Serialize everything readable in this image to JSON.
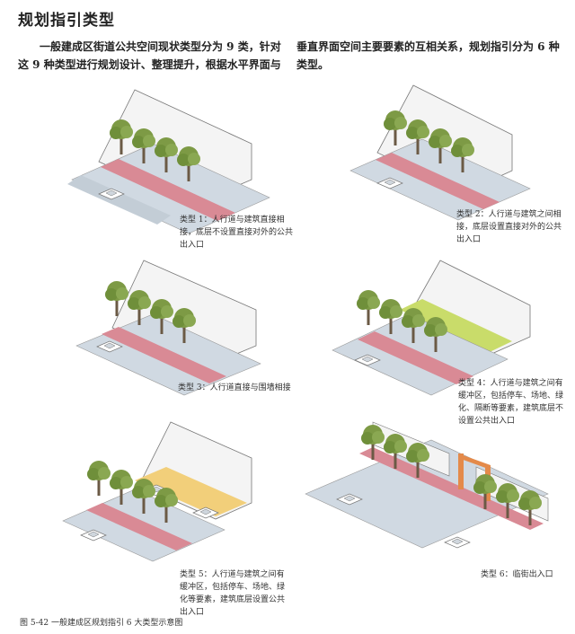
{
  "title": "规划指引类型",
  "intro": {
    "left": "一般建成区街道公共空间现状类型分为 9 类，针对这 9 种类型进行规划设计、整理提升，根据水平界面与",
    "right": "垂直界面空间主要要素的互相关系，规划指引分为 6 种类型。"
  },
  "types": [
    {
      "caption": "类型 1：人行道与建筑直接相接，底层不设置直接对外的公共出入口"
    },
    {
      "caption": "类型 2：人行道与建筑之间相接，底层设置直接对外的公共出入口"
    },
    {
      "caption": "类型 3：人行道直接与围墙相接"
    },
    {
      "caption": "类型 4：人行道与建筑之间有缓冲区，包括停车、场地、绿化、隔断等要素，建筑底层不设置公共出入口"
    },
    {
      "caption": "类型 5：人行道与建筑之间有缓冲区，包括停车、场地、绿化等要素，建筑底层设置公共出入口"
    },
    {
      "caption": "类型 6：临街出入口"
    }
  ],
  "figure_caption": "图 5-42  一般建成区规划指引 6 大类型示意图",
  "colors": {
    "road": "#c9d3dc",
    "bike_lane": "#d98a95",
    "building": "#f3f3f3",
    "tree": "#6f8f3a",
    "buffer_green": "#c9dc6a",
    "buffer_yellow": "#f2cf7a",
    "gate": "#e48a4a"
  }
}
